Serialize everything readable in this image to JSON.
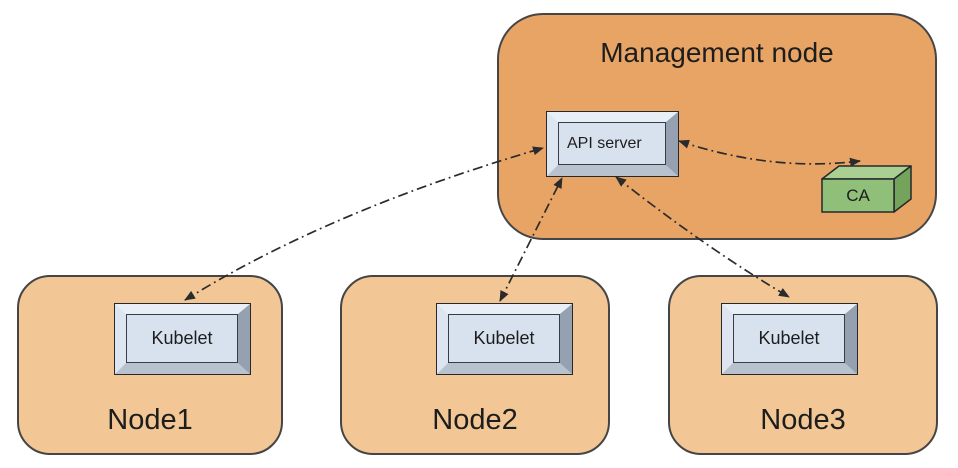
{
  "diagram": {
    "type": "architecture-diagram",
    "management_node": {
      "label": "Management node",
      "api_server_label": "API server",
      "ca_label": "CA"
    },
    "worker_nodes": [
      {
        "label": "Node1",
        "component_label": "Kubelet"
      },
      {
        "label": "Node2",
        "component_label": "Kubelet"
      },
      {
        "label": "Node3",
        "component_label": "Kubelet"
      }
    ],
    "connections": [
      {
        "from": "Kubelet (Node1)",
        "to": "API server",
        "style": "dash-dot",
        "bidirectional": true
      },
      {
        "from": "Kubelet (Node2)",
        "to": "API server",
        "style": "dash-dot",
        "bidirectional": true
      },
      {
        "from": "Kubelet (Node3)",
        "to": "API server",
        "style": "dash-dot",
        "bidirectional": true
      },
      {
        "from": "API server",
        "to": "CA",
        "style": "dash-dot",
        "bidirectional": true
      }
    ],
    "colors": {
      "management_node_fill": "#E8A464",
      "worker_node_fill": "#F2C795",
      "component_face": "#D8E2EF",
      "component_bevel_light": "#E9EFF7",
      "component_bevel_dark": "#95A0B1",
      "ca_front": "#8FBF78",
      "ca_top": "#A9CF93",
      "ca_side": "#74A35C",
      "outline": "#454545",
      "arrow": "#2B2B2B"
    }
  }
}
